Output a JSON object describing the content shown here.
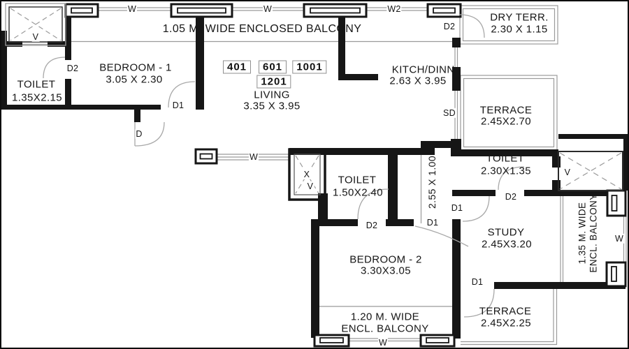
{
  "colors": {
    "wall": "#161616",
    "thin_line": "#9b9b9b",
    "text": "#161616",
    "background": "#ffffff",
    "unit_box_border": "#8f8f8f"
  },
  "rooms": {
    "top_balcony": {
      "name": "1.05 M. WIDE ENCLOSED BALCONY"
    },
    "dry_terrace": {
      "name": "DRY TERR.",
      "dims": "2.30 X 1.15"
    },
    "bedroom1": {
      "name": "BEDROOM - 1",
      "dims": "3.05 X 2.30"
    },
    "toilet1": {
      "name": "TOILET",
      "dims": "1.35X2.15"
    },
    "living": {
      "name": "LIVING",
      "dims": "3.35 X 3.95"
    },
    "kitchen": {
      "name": "KITCH/DINN.",
      "dims": "2.63 X 3.95"
    },
    "terrace_top": {
      "name": "TERRACE",
      "dims": "2.45X2.70"
    },
    "toilet2": {
      "name": "TOILET",
      "dims": "2.30X1.35"
    },
    "toilet3": {
      "name": "TOILET",
      "dims": "1.50X2.40"
    },
    "passage": {
      "dims": "2.55 X 1.00"
    },
    "study": {
      "name": "STUDY",
      "dims": "2.45X3.20"
    },
    "bedroom2": {
      "name": "BEDROOM - 2",
      "dims": "3.30X3.05"
    },
    "balcony_bottom": {
      "line1": "1.20 M. WIDE",
      "line2": "ENCL. BALCONY"
    },
    "balcony_right": {
      "line1": "1.35 M. WIDE",
      "line2": "ENCL. BALCONY"
    },
    "terrace_bottom": {
      "name": "TERRACE",
      "dims": "2.45X2.25"
    }
  },
  "units": {
    "u401": "401",
    "u601": "601",
    "u1001": "1001",
    "u1201": "1201"
  },
  "markers": {
    "w": "W",
    "w2": "W2",
    "d": "D",
    "d1": "D1",
    "d2": "D2",
    "sd": "SD",
    "v": "V",
    "x": "X"
  }
}
